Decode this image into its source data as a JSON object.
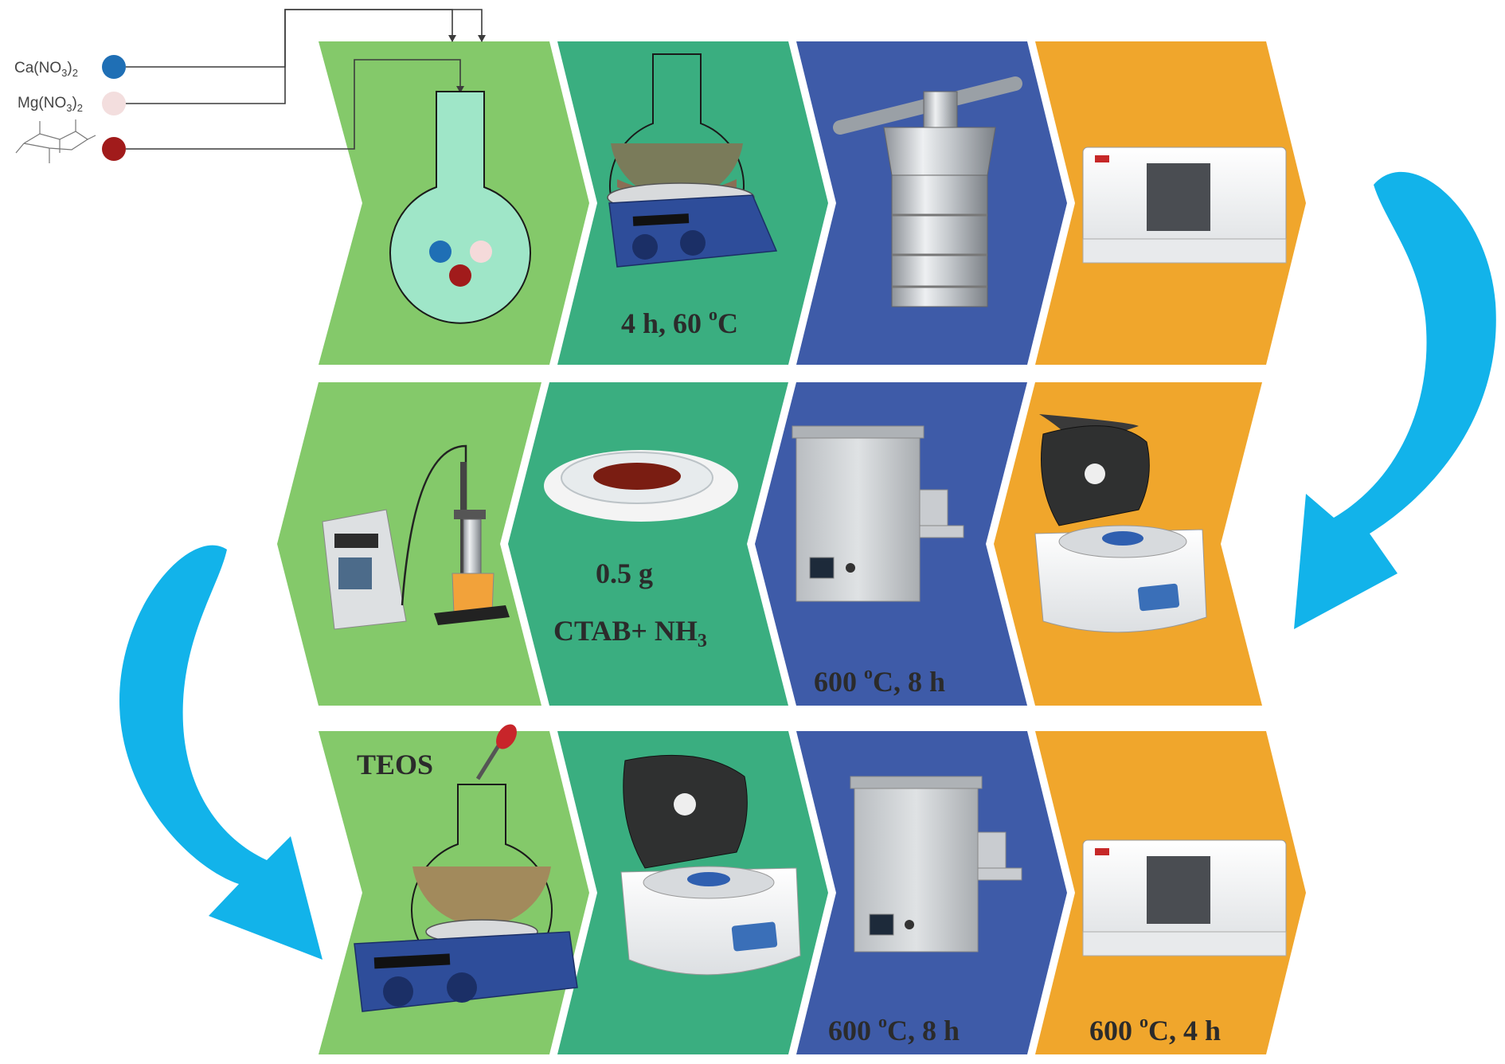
{
  "reagents": [
    {
      "label_main": "Ca(NO",
      "label_sub": "3",
      "label_tail": ")",
      "label_sub2": "2",
      "dot_color": "#1f6fb5"
    },
    {
      "label_main": "Mg(NO",
      "label_sub": "3",
      "label_tail": ")",
      "label_sub2": "2",
      "dot_color": "#f3dede"
    },
    {
      "label_main": "",
      "label_sub": "",
      "label_tail": "",
      "label_sub2": "",
      "dot_color": "#a11b1b",
      "icon": "glucose-structure-icon"
    }
  ],
  "row1": {
    "s2_label": "4 h, 60 ",
    "s2_sup": "o",
    "s2_tail": "C"
  },
  "row2": {
    "s2_label1": "0.5 g",
    "s2_label2": "CTAB+ NH",
    "s2_sub": "3",
    "s3_label": "600 ",
    "s3_sup": "o",
    "s3_tail": "C, 8 h"
  },
  "row3": {
    "s1_label": "TEOS",
    "s3_label": "600 ",
    "s3_sup": "o",
    "s3_tail": "C, 8 h",
    "s4_label": "600 ",
    "s4_sup": "o",
    "s4_tail": "C, 4 h"
  },
  "colors": {
    "green_light": "#84c96a",
    "green_teal": "#3aae80",
    "blue": "#3e5ba8",
    "orange": "#f0a62c",
    "arrow_blue": "#12b3ea"
  },
  "icons": [
    "round-flask-icon",
    "hotplate-stirrer-icon",
    "autoclave-icon",
    "analyzer-icon",
    "ultrasonicator-icon",
    "petri-dish-icon",
    "tube-furnace-icon",
    "centrifuge-icon",
    "dropper-icon",
    "curved-arrow-icon"
  ]
}
